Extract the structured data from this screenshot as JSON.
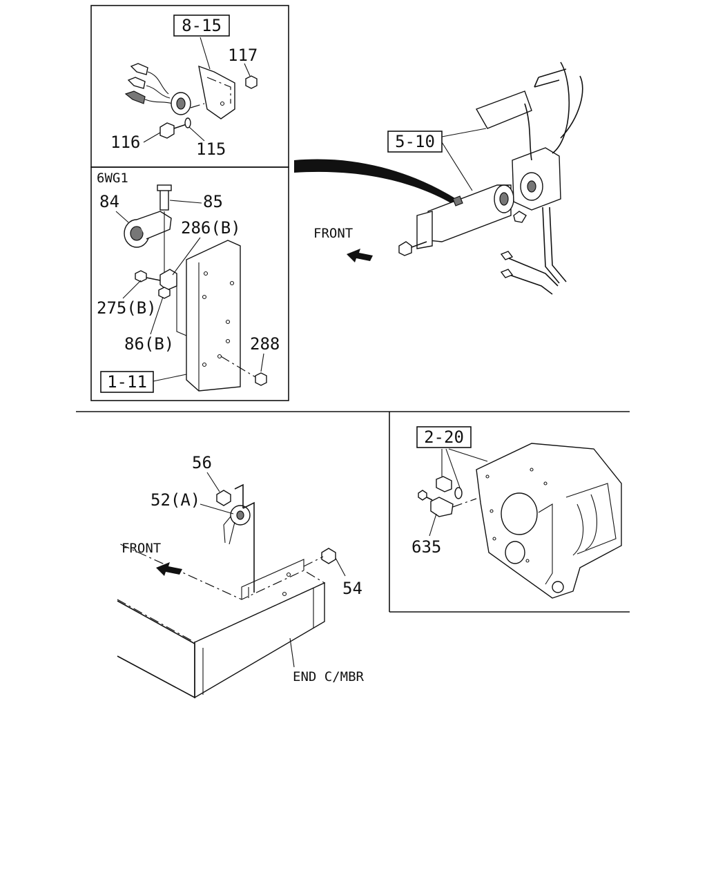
{
  "top_left_panel": {
    "ref_box": "8-15",
    "callouts": [
      "117",
      "116",
      "115"
    ]
  },
  "middle_left_panel": {
    "variant": "6WG1",
    "ref_box": "1-11",
    "callouts": [
      "84",
      "85",
      "286(B)",
      "275(B)",
      "86(B)",
      "288"
    ]
  },
  "top_right_view": {
    "ref_box": "5-10",
    "direction": "FRONT"
  },
  "bottom_left_view": {
    "direction": "FRONT",
    "callouts": [
      "56",
      "52(A)",
      "54"
    ],
    "member_label": "END C/MBR"
  },
  "bottom_right_panel": {
    "ref_box": "2-20",
    "callouts": [
      "635"
    ]
  }
}
